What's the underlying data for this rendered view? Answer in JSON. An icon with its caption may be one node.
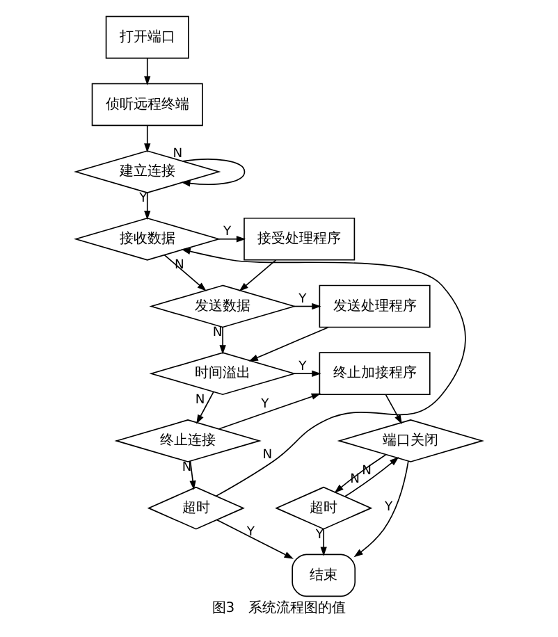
{
  "diagram": {
    "caption": "图3　系统流程图的值",
    "nodes": [
      {
        "text": [
          "打开端口"
        ]
      },
      {
        "text": [
          "侦听远程终端"
        ]
      },
      {
        "text": [
          "建立连接"
        ]
      },
      {
        "text": [
          "接收数据"
        ]
      },
      {
        "text": [
          "接受处理程序"
        ]
      },
      {
        "text": [
          "发送数据"
        ]
      },
      {
        "text": [
          "发送处理程序"
        ]
      },
      {
        "text": [
          "时间溢出"
        ]
      },
      {
        "text": [
          "终止加接程序"
        ]
      },
      {
        "text": [
          "终止连接"
        ]
      },
      {
        "text": [
          "超时"
        ]
      },
      {
        "text": [
          "端口关闭"
        ]
      },
      {
        "text": [
          "超时"
        ]
      },
      {
        "text": [
          "结束"
        ]
      }
    ],
    "edges": [
      {
        "from": 0,
        "to": 1,
        "arrow": "to"
      },
      {
        "from": 1,
        "to": 2,
        "arrow": "to"
      },
      {
        "from": 2,
        "to": 2,
        "arrow": "to",
        "label": "N"
      },
      {
        "from": 2,
        "to": 3,
        "arrow": "to",
        "label": "Y"
      },
      {
        "from": 3,
        "to": 4,
        "arrow": "to",
        "label": "Y"
      },
      {
        "from": 3,
        "to": 5,
        "arrow": "to",
        "label": "N"
      },
      {
        "from": 4,
        "to": 5,
        "arrow": "to"
      },
      {
        "from": 5,
        "to": 6,
        "arrow": "to",
        "label": "Y"
      },
      {
        "from": 5,
        "to": 7,
        "arrow": "to",
        "label": "N"
      },
      {
        "from": 6,
        "to": 7,
        "arrow": "to"
      },
      {
        "from": 7,
        "to": 8,
        "arrow": "to",
        "label": "Y"
      },
      {
        "from": 7,
        "to": 9,
        "arrow": "to",
        "label": "N"
      },
      {
        "from": 9,
        "to": 8,
        "arrow": "to",
        "label": "Y"
      },
      {
        "from": 9,
        "to": 10,
        "arrow": "to",
        "label": "N"
      },
      {
        "from": 10,
        "to": 3,
        "arrow": "to",
        "label": "N"
      },
      {
        "from": 10,
        "to": 13,
        "arrow": "to",
        "label": "Y"
      },
      {
        "from": 8,
        "to": 11,
        "arrow": "to"
      },
      {
        "from": 11,
        "to": 13,
        "arrow": "to",
        "label": "Y"
      },
      {
        "from": 11,
        "to": 12,
        "arrow": "to",
        "label": "N"
      },
      {
        "from": 12,
        "to": 11,
        "arrow": "to",
        "label": "N"
      },
      {
        "from": 12,
        "to": 13,
        "arrow": "to",
        "label": "Y"
      }
    ]
  }
}
